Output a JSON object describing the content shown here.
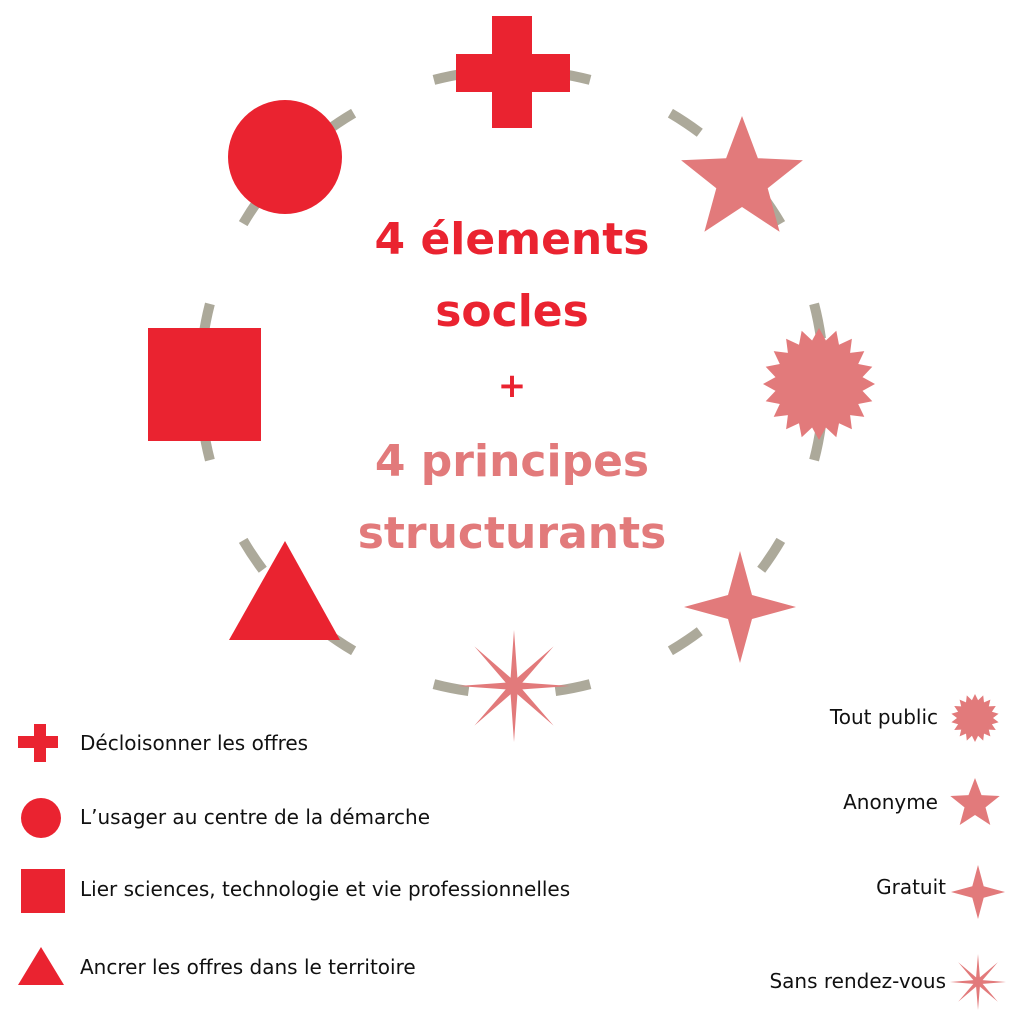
{
  "colors": {
    "primary_red": "#ea2330",
    "secondary_pink": "#e27a7b",
    "ring_gray": "#aca99a",
    "text_dark": "#111111"
  },
  "center": {
    "line1": "4 élements",
    "line2": "socles",
    "plus": "+",
    "line3": "4 principes",
    "line4": "structurants"
  },
  "legend_left": [
    {
      "icon": "cross-icon",
      "label": "Décloisonner les offres"
    },
    {
      "icon": "circle-icon",
      "label": "L’usager au centre de la démarche"
    },
    {
      "icon": "square-icon",
      "label": "Lier sciences, technologie et vie professionnelles"
    },
    {
      "icon": "triangle-icon",
      "label": "Ancrer les offres dans le territoire"
    }
  ],
  "legend_right": [
    {
      "icon": "starburst-icon",
      "label": "Tout public"
    },
    {
      "icon": "star-icon",
      "label": "Anonyme"
    },
    {
      "icon": "four-point-star-icon",
      "label": "Gratuit"
    },
    {
      "icon": "eight-point-star-icon",
      "label": "Sans rendez-vous"
    }
  ]
}
